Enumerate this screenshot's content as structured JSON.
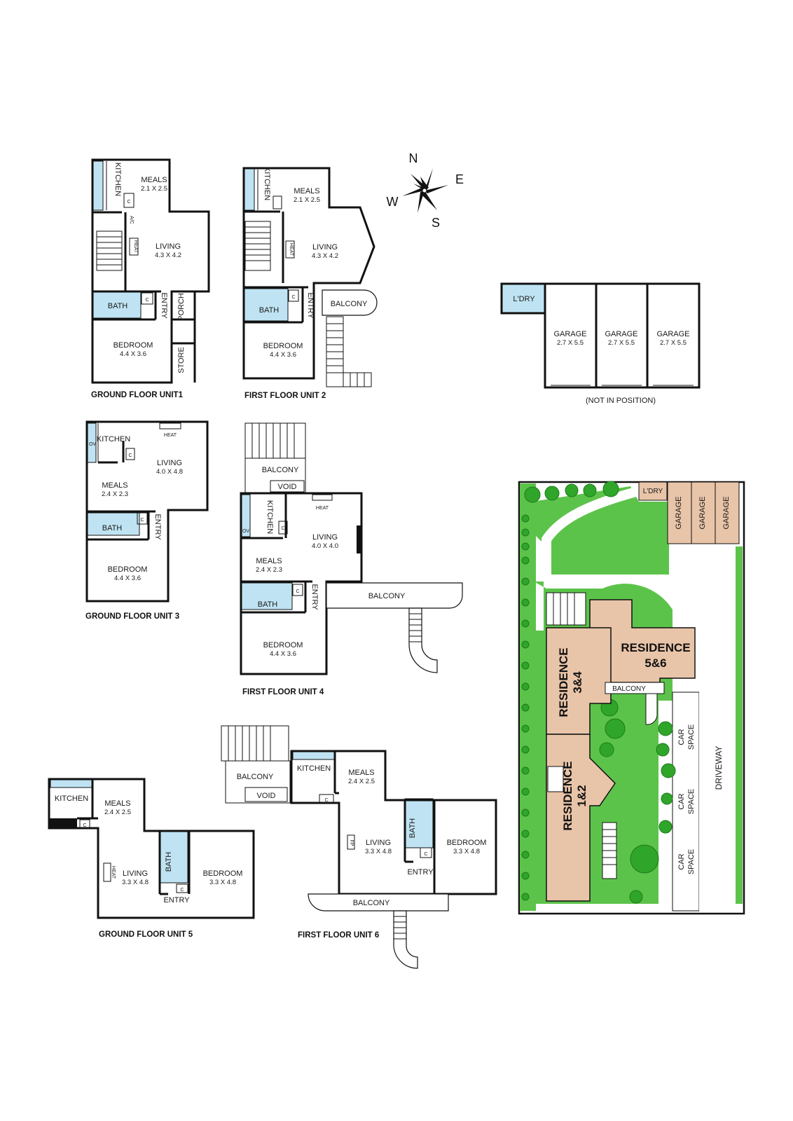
{
  "compass": {
    "n": "N",
    "e": "E",
    "s": "S",
    "w": "W"
  },
  "unit1": {
    "title": "GROUND FLOOR UNIT1",
    "kitchen": "KITCHEN",
    "meals": "MEALS",
    "meals_dim": "2.1 X 2.5",
    "ac": "A/C",
    "heat": "HEAT",
    "c": "C",
    "living": "LIVING",
    "living_dim": "4.3 X 4.2",
    "bath": "BATH",
    "entry": "ENTRY",
    "porch": "PORCH",
    "store": "STORE",
    "bedroom": "BEDROOM",
    "bedroom_dim": "4.4 X 3.6"
  },
  "unit2": {
    "title": "FIRST FLOOR UNIT 2",
    "kitchen": "KITCHEN",
    "meals": "MEALS",
    "meals_dim": "2.1 X 2.5",
    "heat": "HEAT",
    "c": "C",
    "living": "LIVING",
    "living_dim": "4.3 X 4.2",
    "bath": "BATH",
    "entry": "ENTRY",
    "balcony": "BALCONY",
    "bedroom": "BEDROOM",
    "bedroom_dim": "4.4 X 3.6"
  },
  "garages": {
    "laundry": "L'DRY",
    "items": [
      {
        "label": "GARAGE",
        "dim": "2.7 X 5.5"
      },
      {
        "label": "GARAGE",
        "dim": "2.7 X 5.5"
      },
      {
        "label": "GARAGE",
        "dim": "2.7 X 5.5"
      }
    ],
    "note": "(NOT IN POSITION)"
  },
  "unit3": {
    "title": "GROUND FLOOR UNIT 3",
    "kitchen": "KITCHEN",
    "ov": "OV",
    "heat": "HEAT",
    "c": "C",
    "living": "LIVING",
    "living_dim": "4.0 X 4.8",
    "meals": "MEALS",
    "meals_dim": "2.4 X 2.3",
    "bath": "BATH",
    "entry": "ENTRY",
    "bedroom": "BEDROOM",
    "bedroom_dim": "4.4 X 3.6"
  },
  "unit4": {
    "title": "FIRST FLOOR UNIT 4",
    "balcony_top": "BALCONY",
    "void": "VOID",
    "kitchen": "KITCHEN",
    "ov": "OV",
    "heat": "HEAT",
    "c": "C",
    "living": "LIVING",
    "living_dim": "4.0 X 4.0",
    "meals": "MEALS",
    "meals_dim": "2.4 X 2.3",
    "bath": "BATH",
    "entry": "ENTRY",
    "balcony": "BALCONY",
    "bedroom": "BEDROOM",
    "bedroom_dim": "4.4 X 3.6"
  },
  "unit5": {
    "title": "GROUND FLOOR UNIT 5",
    "kitchen": "KITCHEN",
    "c": "C",
    "meals": "MEALS",
    "meals_dim": "2.4 X 2.5",
    "heat": "HEAT",
    "living": "LIVING",
    "living_dim": "3.3 X 4.8",
    "bath": "BATH",
    "entry": "ENTRY",
    "bedroom": "BEDROOM",
    "bedroom_dim": "3.3 X 4.8"
  },
  "unit6": {
    "title": "FIRST FLOOR UNIT 6",
    "balcony_top": "BALCONY",
    "void": "VOID",
    "kitchen": "KITCHEN",
    "c": "C",
    "meals": "MEALS",
    "meals_dim": "2.4 X 2.5",
    "fp": "FP",
    "living": "LIVING",
    "living_dim": "3.3 X 4.8",
    "bath": "BATH",
    "entry": "ENTRY",
    "balcony": "BALCONY",
    "bedroom": "BEDROOM",
    "bedroom_dim": "3.3 X 4.8"
  },
  "site": {
    "laundry": "L'DRY",
    "garages": [
      "GARAGE",
      "GARAGE",
      "GARAGE"
    ],
    "res56": "RESIDENCE",
    "res56_num": "5&6",
    "res34": "RESIDENCE",
    "res34_num": "3&4",
    "res12": "RESIDENCE",
    "res12_num": "1&2",
    "balcony": "BALCONY",
    "car_space": "CAR",
    "car_space2": "SPACE",
    "driveway": "DRIVEWAY"
  },
  "colors": {
    "wet_area": "#bfe3f2",
    "residence": "#e8c4a8",
    "lawn": "#5cc34a",
    "tree": "#2fa52a"
  }
}
